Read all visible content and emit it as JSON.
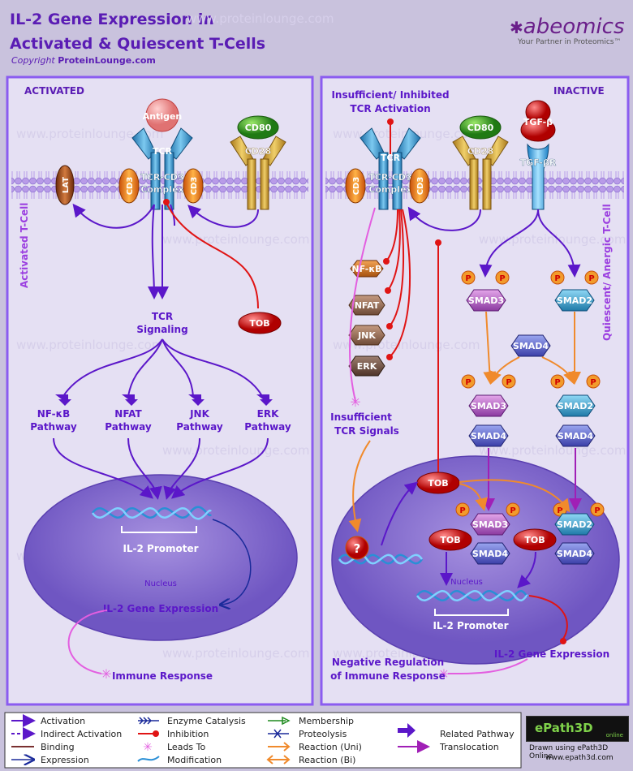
{
  "header": {
    "title_line1": "IL-2 Gene Expression in",
    "title_line2": "Activated & Quiescent T-Cells",
    "copyright_prefix": "Copyright ",
    "copyright_site": "ProteinLounge.com",
    "logo": "abeomics",
    "tagline": "Your Partner in Proteomics™",
    "watermark": "www.proteinlounge.com"
  },
  "left_panel": {
    "label": "ACTIVATED",
    "side_label": "Activated T-Cell",
    "antigen": "Antigen",
    "cd80": "CD80",
    "tcr": "TCR",
    "tcr_cd3_line1": "TCR-CD3",
    "tcr_cd3_line2": "Complex",
    "cd28": "CD28",
    "lat": "LAT",
    "cd3": "CD3",
    "tob": "TOB",
    "tcr_signaling_line1": "TCR",
    "tcr_signaling_line2": "Signaling",
    "pathway_word": "Pathway",
    "pathways": [
      "NF-κB",
      "NFAT",
      "JNK",
      "ERK"
    ],
    "promoter": "IL-2 Promoter",
    "nucleus": "Nucleus",
    "gene_expression": "IL-2 Gene Expression",
    "immune_response": "Immune Response"
  },
  "right_panel": {
    "label": "INACTIVE",
    "side_label": "Quiescent/ Anergic T-Cell",
    "insufficient_line1": "Insufficient/ Inhibited",
    "insufficient_line2": "TCR Activation",
    "tcr": "TCR",
    "tcr_cd3_line1": "TCR-CD3",
    "tcr_cd3_line2": "Complex",
    "cd3": "CD3",
    "cd80": "CD80",
    "cd28": "CD28",
    "tgfb": "TGF-β",
    "tgfbr": "TGF-βR",
    "kinases": [
      "NF-κB",
      "NFAT",
      "JNK",
      "ERK"
    ],
    "smad3": "SMAD3",
    "smad2": "SMAD2",
    "smad4": "SMAD4",
    "p": "P",
    "tob": "TOB",
    "unknown": "?",
    "signals_line1": "Insufficient",
    "signals_line2": "TCR Signals",
    "nucleus": "Nucleus",
    "promoter": "IL-2 Promoter",
    "gene_expression": "IL-2 Gene Expression",
    "negative_line1": "Negative Regulation",
    "negative_line2": "of Immune Response"
  },
  "legend": {
    "col1": [
      "Activation",
      "Indirect Activation",
      "Binding",
      "Expression"
    ],
    "col2": [
      "Enzyme Catalysis",
      "Inhibition",
      "Leads To",
      "Modification"
    ],
    "col3": [
      "Membership",
      "Proteolysis",
      "Reaction (Uni)",
      "Reaction (Bi)"
    ],
    "col4": [
      "Related Pathway",
      "Translocation"
    ]
  },
  "footer": {
    "brand": "ePath3D",
    "brand_sub": "online",
    "credit_line1": "Drawn using ePath3D Online",
    "credit_line2": "www.epath3d.com"
  },
  "colors": {
    "background": "#c9c2dd",
    "panel_fill": "#e5e0f3",
    "panel_border": "#8b5cf0",
    "activation": "#5b17c9",
    "inhibition": "#e01414",
    "leads_to": "#e35ee0",
    "reaction": "#f08a2c",
    "translocation": "#a01fb6",
    "nucleus": "#8c76cf",
    "title": "#5a1cb4"
  }
}
